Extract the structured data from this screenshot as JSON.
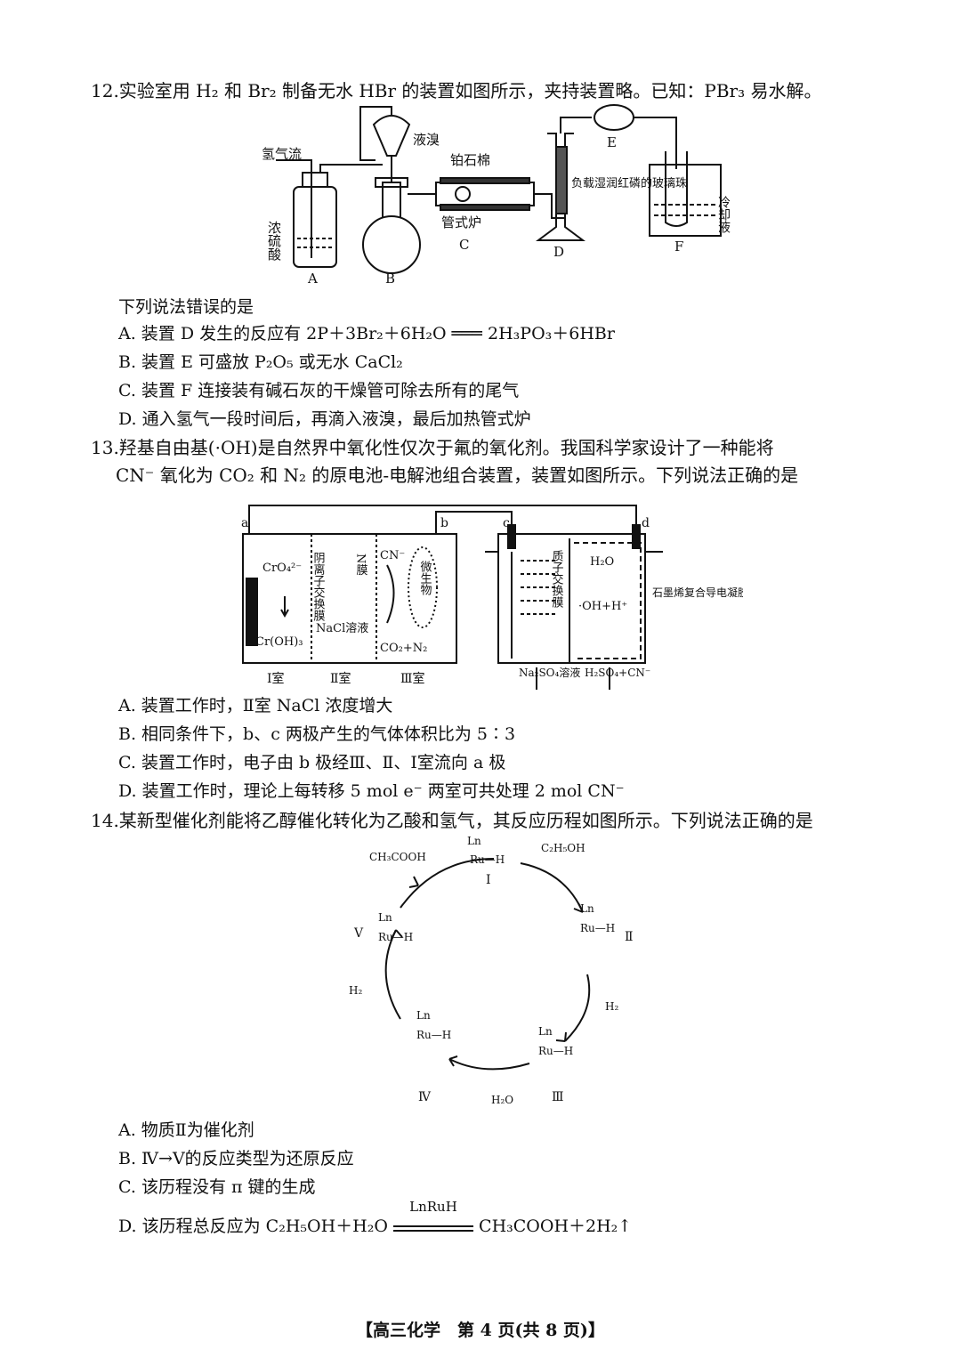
{
  "q12": {
    "stem": "12.实验室用 H₂ 和 Br₂ 制备无水 HBr 的装置如图所示，夹持装置略。已知：PBr₃ 易水解。",
    "fig": {
      "h2_flow": "氢气流",
      "liquid_br": "液溴",
      "pt_wool": "铂石棉",
      "conc_h2so4": "浓硫酸",
      "tube_furnace": "管式炉",
      "red_p": "负载湿润红磷的玻璃珠",
      "coolant": "冷却液",
      "A": "A",
      "B": "B",
      "C": "C",
      "D": "D",
      "E": "E",
      "F": "F"
    },
    "prompt": "下列说法错误的是",
    "options": {
      "A": "A. 装置 D 发生的反应有 2P＋3Br₂＋6H₂O ═══ 2H₃PO₃＋6HBr",
      "B": "B. 装置 E 可盛放 P₂O₅ 或无水 CaCl₂",
      "C": "C. 装置 F 连接装有碱石灰的干燥管可除去所有的尾气",
      "D": "D. 通入氢气一段时间后，再滴入液溴，最后加热管式炉"
    }
  },
  "q13": {
    "stem1": "13.羟基自由基(·OH)是自然界中氧化性仅次于氟的氧化剂。我国科学家设计了一种能将",
    "stem2": "CN⁻ 氧化为 CO₂ 和 N₂ 的原电池-电解池组合装置，装置如图所示。下列说法正确的是",
    "fig": {
      "a": "a",
      "b": "b",
      "c": "c",
      "d": "d",
      "cro4": "CrO₄²⁻",
      "croh3": "Cr(OH)₃",
      "anion_membrane": "阴离子交换膜",
      "nacl": "NaCl溶液",
      "n_membrane": "N膜",
      "cn": "CN⁻",
      "microbe": "微生物",
      "co2n2": "CO₂+N₂",
      "room1": "Ⅰ室",
      "room2": "Ⅱ室",
      "room3": "Ⅲ室",
      "proton_membrane": "质子交换膜",
      "h2o": "H₂O",
      "oh_h": "·OH+H⁺",
      "graphene": "石墨烯复合导电凝胶颗粒",
      "na2so4": "Na₂SO₄溶液",
      "h2so4cn": "H₂SO₄+CN⁻"
    },
    "options": {
      "A": "A. 装置工作时，Ⅱ室 NaCl 浓度增大",
      "B": "B. 相同条件下，b、c 两极产生的气体体积比为 5∶3",
      "C": "C. 装置工作时，电子由 b 极经Ⅲ、Ⅱ、Ⅰ室流向 a 极",
      "D": "D. 装置工作时，理论上每转移 5 mol e⁻ 两室可共处理 2 mol CN⁻"
    }
  },
  "q14": {
    "stem": "14.某新型催化剂能将乙醇催化转化为乙酸和氢气，其反应历程如图所示。下列说法正确的是",
    "fig": {
      "ch3cooh": "CH₃COOH",
      "c2h5oh": "C₂H₅OH",
      "h2": "H₂",
      "h2o": "H₂O",
      "ln": "Ln",
      "ru_h": "Ru—H",
      "I": "Ⅰ",
      "II": "Ⅱ",
      "III": "Ⅲ",
      "IV": "Ⅳ",
      "V": "Ⅴ"
    },
    "options": {
      "A": "A. 物质Ⅱ为催化剂",
      "B": "B. Ⅳ→Ⅴ的反应类型为还原反应",
      "C": "C. 该历程没有 π 键的生成",
      "D_pre": "D. 该历程总反应为 C₂H₅OH＋H₂O",
      "D_cond": "LnRuH",
      "D_post": "CH₃COOH＋2H₂↑"
    }
  },
  "footer": "【高三化学　第 4 页(共 8 页)】"
}
